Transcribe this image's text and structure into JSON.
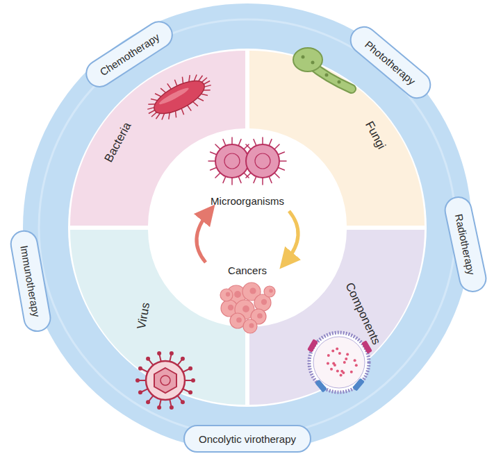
{
  "diagram": {
    "nodes": [
      {
        "text": [
          "Chemotherapy"
        ]
      },
      {
        "text": [
          "Phototherapy"
        ]
      },
      {
        "text": [
          "Bacteria"
        ]
      },
      {
        "text": [
          "Fungi"
        ]
      },
      {
        "text": [
          "Immunotherapy"
        ]
      },
      {
        "text": [
          "Radiotherapy"
        ]
      },
      {
        "text": [
          "Virus"
        ]
      },
      {
        "text": [
          "Components"
        ]
      },
      {
        "text": [
          "Oncolytic virotherapy"
        ]
      }
    ],
    "labels": [
      "Microorganisms",
      "Cancers"
    ]
  }
}
